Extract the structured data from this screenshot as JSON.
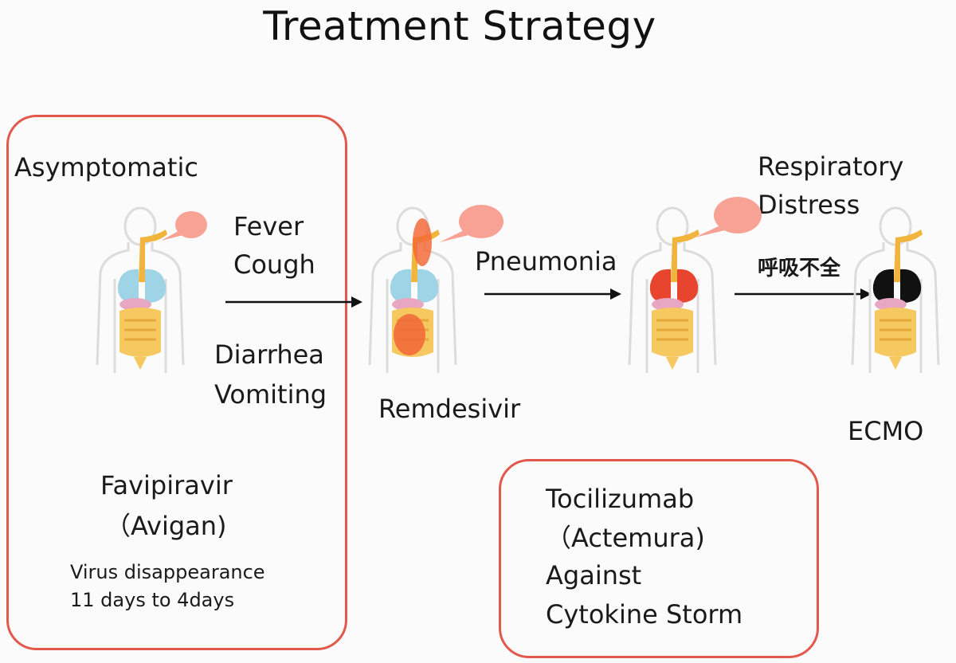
{
  "title": "Treatment Strategy",
  "stages": {
    "asymptomatic": "Asymptomatic",
    "symptoms_1": [
      "Fever",
      "Cough"
    ],
    "symptoms_2": [
      "Diarrhea",
      "Vomiting"
    ],
    "pneumonia": "Pneumonia",
    "respiratory": [
      "Respiratory",
      "Distress"
    ],
    "respiratory_jp": "呼吸不全"
  },
  "treatments": {
    "favipiravir": "Favipiravir",
    "avigan": "（Avigan)",
    "virus_note": [
      "Virus disappearance",
      "11 days to 4days"
    ],
    "remdesivir": "Remdesivir",
    "ecmo": "ECMO",
    "tocilizumab": [
      "Tocilizumab",
      "（Actemura)",
      "Against",
      "Cytokine Storm"
    ]
  },
  "colors": {
    "box_border": "#e2584c",
    "speech_bubble": "#f7a294",
    "lung_normal": "#9fd3e6",
    "lung_inflamed": "#e8452f",
    "lung_failed": "#111111",
    "stomach_organ": "#f26b3a",
    "intestine": "#f6c860",
    "airway": "#f1b43c"
  },
  "icons": [
    "human-body-icon",
    "speech-bubble-icon",
    "arrow-right-icon"
  ]
}
